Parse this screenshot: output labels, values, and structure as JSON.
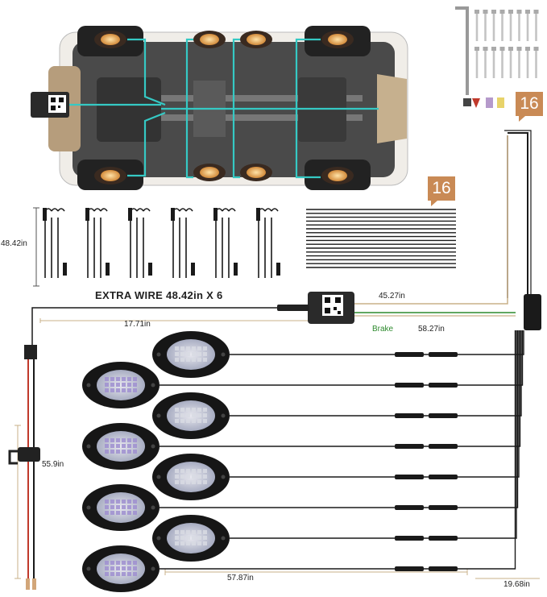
{
  "labels": {
    "extra_wire_length": "48.42in",
    "extra_wire_title": "EXTRA WIRE 48.42in X 6",
    "tie_count": "16",
    "hardware_count": "16",
    "wire_to_box": "17.71in",
    "wire_top": "45.27in",
    "brake_label": "Brake",
    "brake_length": "58.27in",
    "power_length": "55.9in",
    "bottom_length": "57.87in",
    "corner_length": "19.68in"
  },
  "colors": {
    "cyan": "#35c9c4",
    "wire": "#1a1a1a",
    "red": "#c0392b",
    "tan": "#c9b089",
    "green": "#2d8a2d",
    "badge": "#c98a55"
  },
  "counts": {
    "pods": 8,
    "extra_wires": 6,
    "zip_ties": 16,
    "screws": 16
  }
}
